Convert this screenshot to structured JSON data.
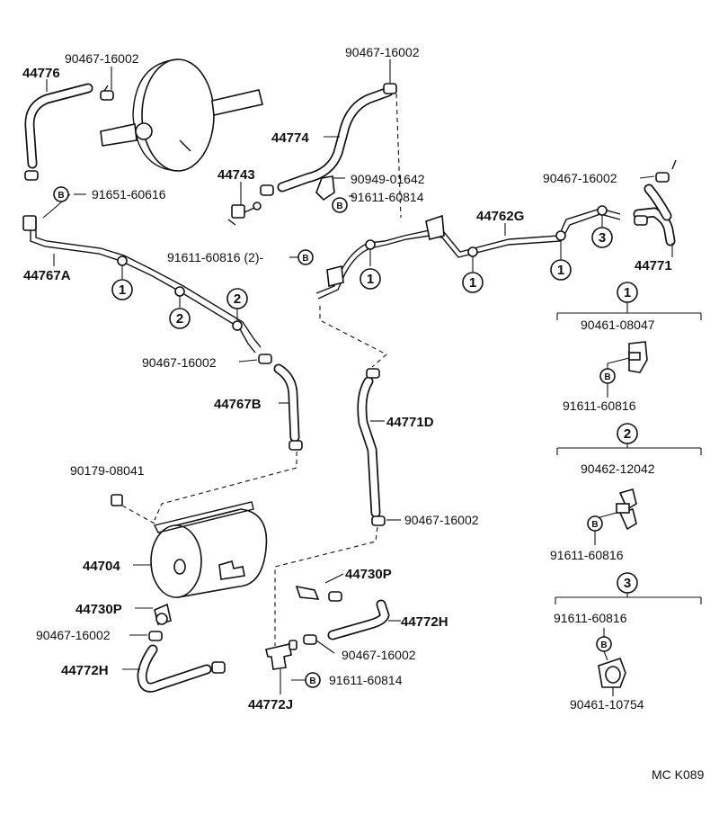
{
  "labels": {
    "p44776": "44776",
    "p90467_a": "90467-16002",
    "p90467_b": "90467-16002",
    "p44774": "44774",
    "p44743": "44743",
    "p90949": "90949-01642",
    "p91611_60814_a": "91611-60814",
    "p90467_c": "90467-16002",
    "p44762G": "44762G",
    "p44771": "44771",
    "p91651": "91651-60616",
    "p91611_60816_2": "91611-60816 (2)-",
    "p44767A": "44767A",
    "p90467_d": "90467-16002",
    "p44767B": "44767B",
    "p44771D": "44771D",
    "p90179": "90179-08041",
    "p90467_e": "90467-16002",
    "p44704": "44704",
    "p44730P_a": "44730P",
    "p44730P_b": "44730P",
    "p44772H_a": "44772H",
    "p44772H_b": "44772H",
    "p90467_f": "90467-16002",
    "p90467_g": "90467-16002",
    "p91611_60814_b": "91611-60814",
    "p44772J": "44772J",
    "ref": "MC K089"
  },
  "markers": {
    "one": "1",
    "two": "2",
    "three": "3",
    "bolt": "B"
  },
  "legend": {
    "g1": {
      "marker": "1",
      "clamp": "90461-08047",
      "bolt": "91611-60816"
    },
    "g2": {
      "marker": "2",
      "clamp": "90462-12042",
      "bolt": "91611-60816"
    },
    "g3": {
      "marker": "3",
      "bolt": "91611-60816",
      "clamp": "90461-10754"
    }
  }
}
